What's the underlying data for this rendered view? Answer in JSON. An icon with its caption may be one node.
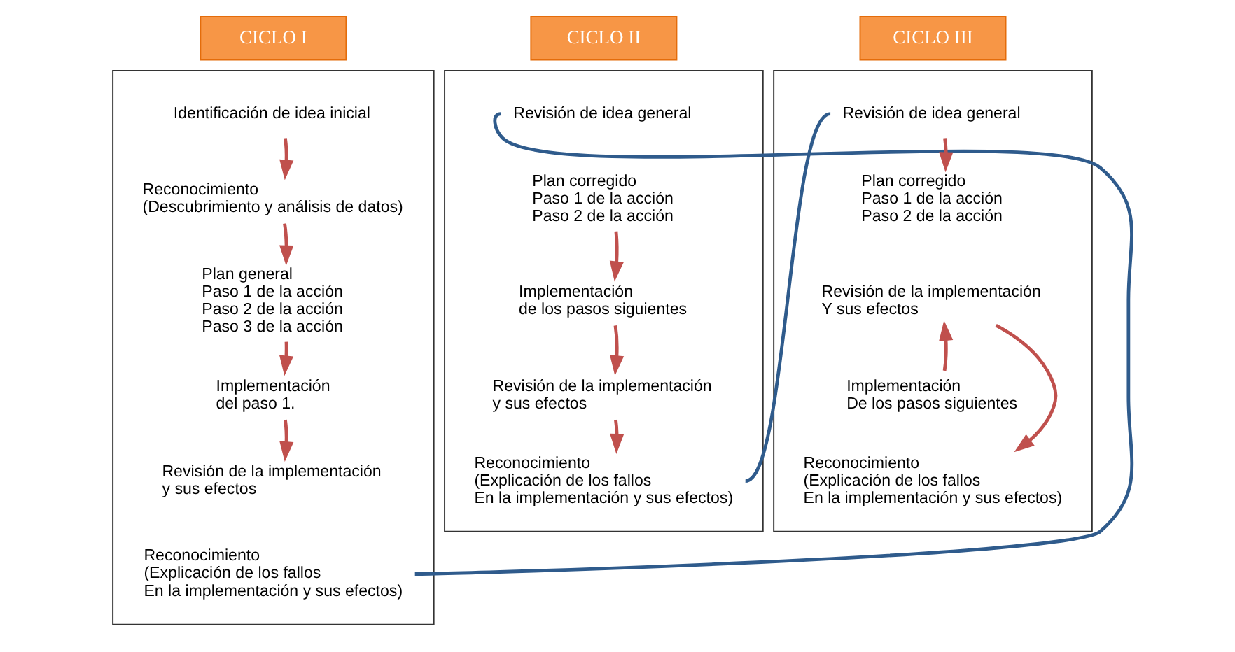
{
  "diagram": {
    "nodes": [
      {
        "text": [
          "CICLO I"
        ]
      },
      {
        "text": [
          "CICLO II"
        ]
      },
      {
        "text": [
          "CICLO III"
        ]
      },
      {
        "text": [],
        "shape": "box"
      },
      {
        "text": [
          "Identificación de idea inicial"
        ],
        "in": 3
      },
      {
        "text": [
          "Reconocimiento",
          "(Descubrimiento y análisis de datos)"
        ],
        "in": 3
      },
      {
        "text": [
          "Plan general",
          "Paso 1 de la acción",
          "Paso 2 de la acción",
          "Paso 3 de la acción"
        ],
        "in": 3
      },
      {
        "text": [
          "Implementación",
          "del paso 1."
        ],
        "in": 3
      },
      {
        "text": [
          "Revisión de la implementación",
          "y sus efectos"
        ],
        "in": 3
      },
      {
        "text": [
          "Reconocimiento",
          "(Explicación de los fallos",
          "En la implementación y sus efectos)"
        ],
        "in": 3
      },
      {
        "text": [],
        "shape": "box"
      },
      {
        "text": [
          "Revisión de idea general"
        ],
        "in": 10
      },
      {
        "text": [
          "Plan corregido",
          "Paso 1 de la acción",
          "Paso 2 de la acción"
        ],
        "in": 10
      },
      {
        "text": [
          "Implementación",
          "de los pasos siguientes"
        ],
        "in": 10
      },
      {
        "text": [
          "Revisión de la implementación",
          "y sus efectos"
        ],
        "in": 10
      },
      {
        "text": [
          "Reconocimiento",
          "(Explicación de los fallos",
          "En la implementación y sus efectos)"
        ],
        "in": 10
      },
      {
        "text": [],
        "shape": "box"
      },
      {
        "text": [
          "Revisión de idea general"
        ],
        "in": 16
      },
      {
        "text": [
          "Plan corregido",
          "Paso 1 de la acción",
          "Paso 2 de la acción"
        ],
        "in": 16
      },
      {
        "text": [
          "Revisión de la implementación",
          "Y sus efectos"
        ],
        "in": 16
      },
      {
        "text": [
          "Implementación",
          "De los pasos siguientes"
        ],
        "in": 16
      },
      {
        "text": [
          "Reconocimiento",
          "(Explicación de los fallos",
          "En la implementación y sus efectos)"
        ],
        "in": 16
      }
    ],
    "edges": [
      {
        "from": 4,
        "to": 5,
        "arrow": "to"
      },
      {
        "from": 5,
        "to": 6,
        "arrow": "to"
      },
      {
        "from": 6,
        "to": 7,
        "arrow": "to"
      },
      {
        "from": 7,
        "to": 8,
        "arrow": "to"
      },
      {
        "from": 9,
        "to": 11,
        "arrow": "none",
        "color": "#2f5b8c"
      },
      {
        "from": 12,
        "to": 13,
        "arrow": "to"
      },
      {
        "from": 13,
        "to": 14,
        "arrow": "to"
      },
      {
        "from": 14,
        "to": 15,
        "arrow": "to"
      },
      {
        "from": 15,
        "to": 17,
        "arrow": "none",
        "color": "#2f5b8c"
      },
      {
        "from": 17,
        "to": 18,
        "arrow": "to"
      },
      {
        "from": 20,
        "to": 19,
        "arrow": "to"
      },
      {
        "from": 19,
        "to": 21,
        "arrow": "to"
      }
    ]
  }
}
